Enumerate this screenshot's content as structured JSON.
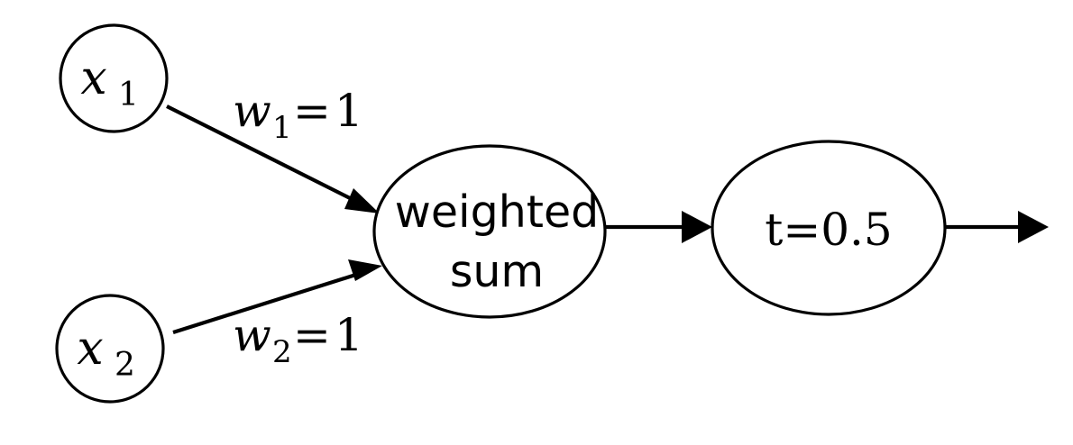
{
  "diagram": {
    "title": "perceptron-weighted-sum-threshold",
    "background_color": "#ffffff",
    "stroke_color": "#000000",
    "nodes": [
      {
        "id": "input-1",
        "shape": "circle",
        "label_base": "x",
        "label_sub": "1",
        "label_full": "x1"
      },
      {
        "id": "input-2",
        "shape": "circle",
        "label_base": "x",
        "label_sub": "2",
        "label_full": "x2"
      },
      {
        "id": "weighted-sum",
        "shape": "ellipse",
        "label_line1": "weighted",
        "label_line2": "sum",
        "label_full": "weighted sum"
      },
      {
        "id": "threshold",
        "shape": "ellipse",
        "label_full": "t=0.5",
        "label_base": "t",
        "label_eq": "=",
        "label_value": "0.5"
      }
    ],
    "edges": [
      {
        "id": "edge-w1",
        "from": "input-1",
        "to": "weighted-sum",
        "label_base": "w",
        "label_sub": "1",
        "label_eq": "=",
        "label_value": "1",
        "label_full": "w1=1",
        "arrow": "filled-triangle"
      },
      {
        "id": "edge-w2",
        "from": "input-2",
        "to": "weighted-sum",
        "label_base": "w",
        "label_sub": "2",
        "label_eq": "=",
        "label_value": "1",
        "label_full": "w2=1",
        "arrow": "filled-triangle"
      },
      {
        "id": "edge-sum-to-threshold",
        "from": "weighted-sum",
        "to": "threshold",
        "label_full": "",
        "arrow": "filled-triangle"
      },
      {
        "id": "edge-output",
        "from": "threshold",
        "to": "output",
        "label_full": "",
        "arrow": "filled-triangle"
      }
    ]
  }
}
